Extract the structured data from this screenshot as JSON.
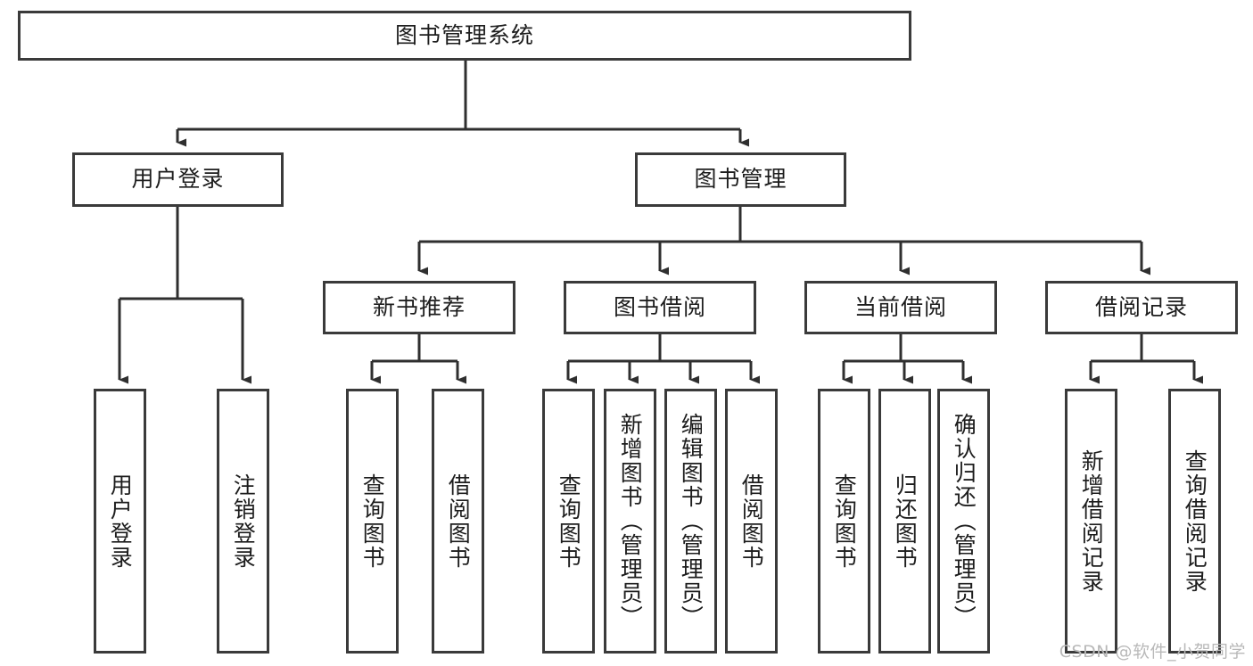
{
  "diagram": {
    "type": "tree-hierarchy",
    "title": "图书管理系统",
    "orientation": "top-down",
    "colors": {
      "box_border": "#3a3a3a",
      "box_fill": "#ffffff",
      "edge": "#2f2f2f",
      "text": "#1d1d1d",
      "background": "#ffffff",
      "watermark": "#b9b9b9"
    },
    "levels": {
      "root": {
        "label": "图书管理系统"
      },
      "level2": [
        {
          "label": "用户登录"
        },
        {
          "label": "图书管理"
        }
      ],
      "level3": [
        {
          "label": "新书推荐"
        },
        {
          "label": "图书借阅"
        },
        {
          "label": "当前借阅"
        },
        {
          "label": "借阅记录"
        }
      ],
      "leaves": {
        "user_login": [
          {
            "label": "用户登录"
          },
          {
            "label": "注销登录"
          }
        ],
        "new_book_recommend": [
          {
            "label": "查询图书"
          },
          {
            "label": "借阅图书"
          }
        ],
        "book_borrow": [
          {
            "label": "查询图书"
          },
          {
            "label": "新增图书（管理员）"
          },
          {
            "label": "编辑图书（管理员）"
          },
          {
            "label": "借阅图书"
          }
        ],
        "current_borrow": [
          {
            "label": "查询图书"
          },
          {
            "label": "归还图书"
          },
          {
            "label": "确认归还（管理员）"
          }
        ],
        "borrow_record": [
          {
            "label": "新增借阅记录"
          },
          {
            "label": "查询借阅记录"
          }
        ]
      }
    },
    "watermark": "CSDN @软件_小贺同学"
  }
}
